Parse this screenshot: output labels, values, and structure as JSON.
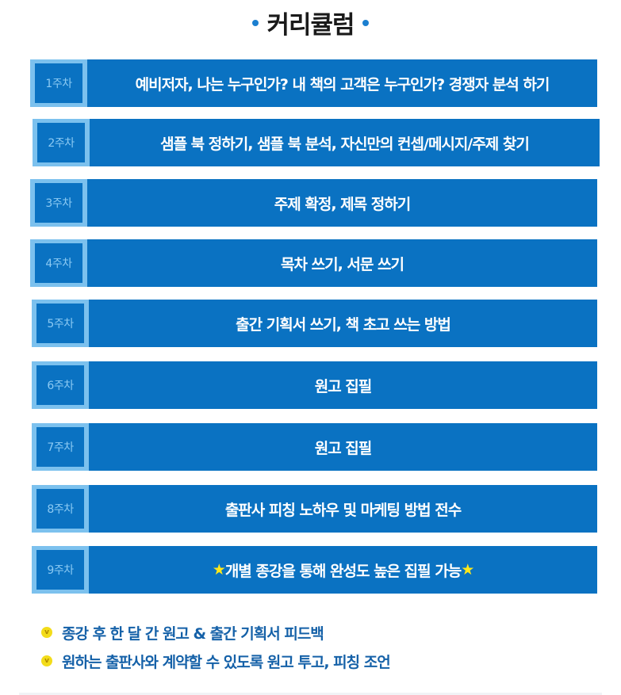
{
  "header": {
    "title": "커리큘럼"
  },
  "colors": {
    "row_blue": "#0a72c2",
    "week_border": "#7cc1ee",
    "week_text": "#8ccaf3",
    "note_text": "#1561a8",
    "check_yellow": "#f3dc1a",
    "star_yellow": "#ffe81a",
    "title_dot": "#1b7fd0"
  },
  "curriculum": [
    {
      "week": "1주차",
      "topic": "예비저자, 나는 누구인가? 내 책의 고객은 누구인가? 경쟁자 분석 하기"
    },
    {
      "week": "2주차",
      "topic": "샘플 북 정하기, 샘플 북 분석, 자신만의 컨셉/메시지/주제 찾기"
    },
    {
      "week": "3주차",
      "topic": "주제 확정, 제목 정하기"
    },
    {
      "week": "4주차",
      "topic": "목차 쓰기, 서문 쓰기"
    },
    {
      "week": "5주차",
      "topic": "출간 기획서 쓰기, 책 초고 쓰는 방법"
    },
    {
      "week": "6주차",
      "topic": "원고 집필"
    },
    {
      "week": "7주차",
      "topic": "원고 집필"
    },
    {
      "week": "8주차",
      "topic": "출판사 피칭 노하우 및 마케팅 방법 전수"
    },
    {
      "week": "9주차",
      "topic_star_left": "★",
      "topic": "개별 종강을 통해 완성도 높은 집필 가능",
      "topic_star_right": "★"
    }
  ],
  "notes": [
    {
      "icon": "check-badge-icon",
      "glyph": "v",
      "text": "종강 후 한 달 간 원고 & 출간 기획서 피드백"
    },
    {
      "icon": "check-badge-icon",
      "glyph": "v",
      "text": "원하는 출판사와 계약할 수 있도록 원고 투고, 피칭 조언"
    }
  ]
}
